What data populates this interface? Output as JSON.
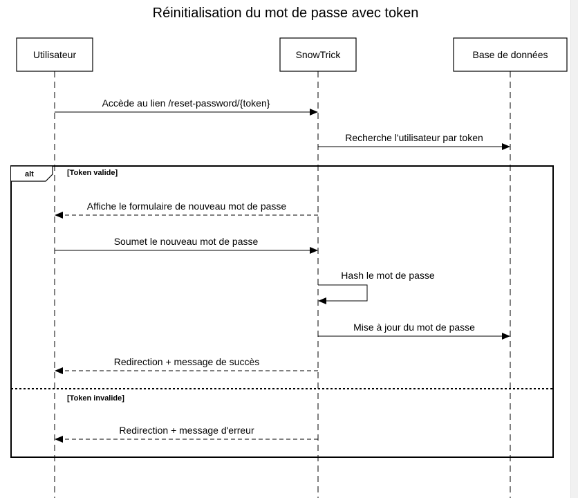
{
  "title": "Réinitialisation du mot de passe avec token",
  "participants": [
    {
      "id": "user",
      "label": "Utilisateur"
    },
    {
      "id": "app",
      "label": "SnowTrick"
    },
    {
      "id": "db",
      "label": "Base de données"
    }
  ],
  "messages": [
    {
      "id": "m1",
      "label": "Accède au lien /reset-password/{token}",
      "type": "sync"
    },
    {
      "id": "m2",
      "label": "Recherche l'utilisateur par token",
      "type": "sync"
    },
    {
      "id": "m3",
      "label": "Affiche le formulaire de nouveau mot de passe",
      "type": "reply"
    },
    {
      "id": "m4",
      "label": "Soumet le nouveau mot de passe",
      "type": "sync"
    },
    {
      "id": "m5",
      "label": "Hash le mot de passe",
      "type": "self"
    },
    {
      "id": "m6",
      "label": "Mise à jour du mot de passe",
      "type": "sync"
    },
    {
      "id": "m7",
      "label": "Redirection + message de succès",
      "type": "reply"
    },
    {
      "id": "m8",
      "label": "Redirection + message d'erreur",
      "type": "reply"
    }
  ],
  "fragment": {
    "operator": "alt",
    "guards": [
      "[Token valide]",
      "[Token invalide]"
    ]
  }
}
